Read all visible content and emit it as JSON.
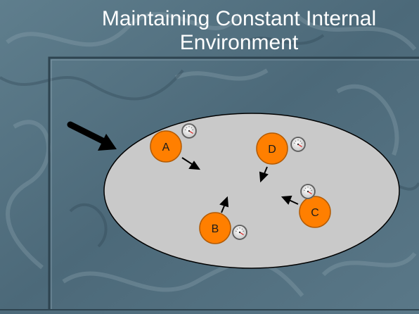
{
  "slide": {
    "title_line1": "Maintaining Constant Internal",
    "title_line2": "Environment"
  },
  "diagram": {
    "cells": [
      {
        "id": "A",
        "label": "A"
      },
      {
        "id": "B",
        "label": "B"
      },
      {
        "id": "C",
        "label": "C"
      },
      {
        "id": "D",
        "label": "D"
      }
    ],
    "colors": {
      "cell_fill": "#ff7f00",
      "cell_stroke": "#b35a00",
      "environment_fill": "#c9c9c9",
      "background": "#4f6d7d",
      "title_text": "#ffffff"
    },
    "icons": [
      "pointer-arrow-icon",
      "gauge-icon"
    ]
  }
}
